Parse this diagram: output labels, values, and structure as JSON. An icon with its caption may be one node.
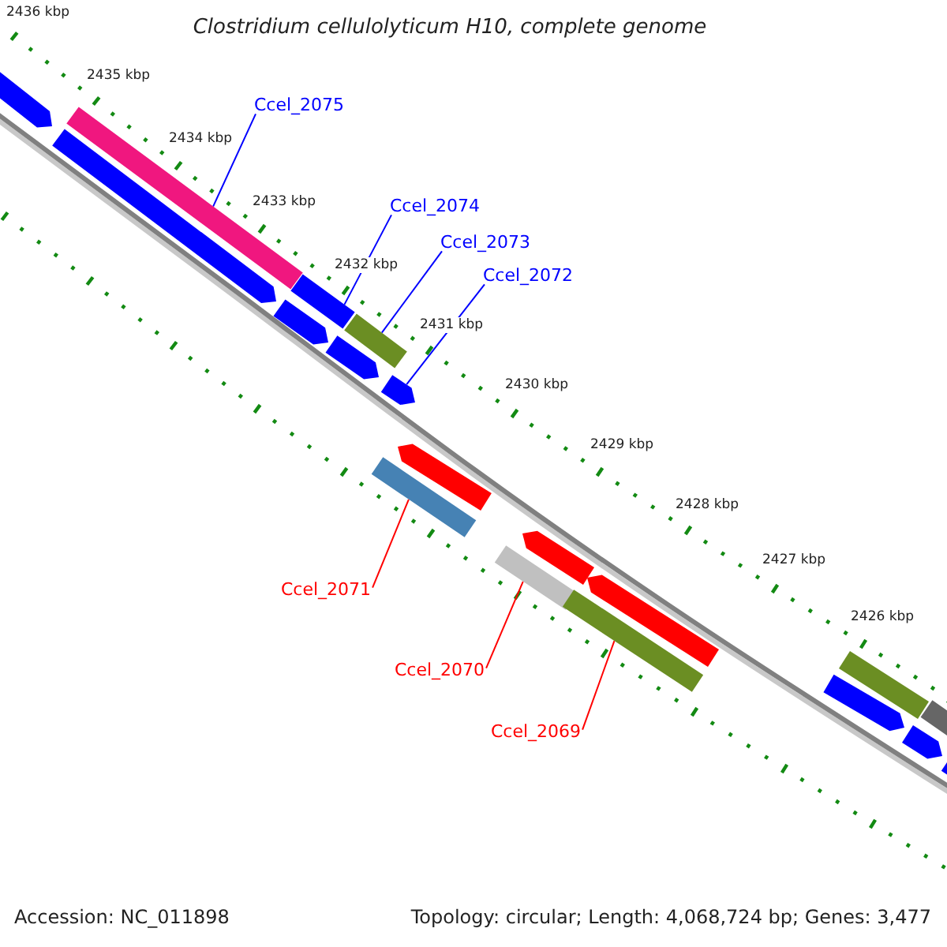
{
  "diagram": {
    "title": "Clostridium cellulolyticum H10, complete genome",
    "nodes": [
      {
        "text": [
          "Ccel_2075"
        ]
      },
      {
        "text": [
          "Ccel_2074"
        ]
      },
      {
        "text": [
          "Ccel_2073"
        ]
      },
      {
        "text": [
          "Ccel_2072"
        ]
      },
      {
        "text": [
          "Ccel_2071"
        ]
      },
      {
        "text": [
          "Ccel_2070"
        ]
      },
      {
        "text": [
          "Ccel_2069"
        ]
      },
      {
        "text": [],
        "shape": "bar"
      },
      {
        "text": [],
        "shape": "bar"
      },
      {
        "text": [],
        "shape": "bar"
      },
      {
        "text": [],
        "shape": "bar"
      },
      {
        "text": [],
        "shape": "bar"
      },
      {
        "text": [],
        "shape": "bar"
      },
      {
        "text": [],
        "shape": "bar"
      },
      {
        "text": [],
        "shape": "bar"
      },
      {
        "text": [],
        "shape": "bar"
      },
      {
        "text": [],
        "shape": "bar"
      },
      {
        "text": [],
        "shape": "bar"
      },
      {
        "text": [],
        "shape": "bar"
      },
      {
        "text": [],
        "shape": "bar"
      },
      {
        "text": [],
        "shape": "bar"
      },
      {
        "text": [],
        "shape": "bar"
      },
      {
        "text": [],
        "shape": "bar"
      },
      {
        "text": [],
        "shape": "bar"
      },
      {
        "text": [],
        "shape": "bar"
      },
      {
        "text": [],
        "shape": "bar"
      }
    ],
    "edges": [
      {
        "from": 0,
        "to": 9,
        "arrow": "none"
      },
      {
        "from": 1,
        "to": 10,
        "arrow": "none"
      },
      {
        "from": 2,
        "to": 12,
        "arrow": "none"
      },
      {
        "from": 3,
        "to": 14,
        "arrow": "none"
      },
      {
        "from": 4,
        "to": 15,
        "arrow": "none",
        "color": "#ff0000"
      },
      {
        "from": 5,
        "to": 17,
        "arrow": "none",
        "color": "#ff0000"
      },
      {
        "from": 6,
        "to": 19,
        "arrow": "none",
        "color": "#ff0000"
      }
    ],
    "labels": [
      "2436 kbp",
      "2435 kbp",
      "2434 kbp",
      "2433 kbp",
      "2432 kbp",
      "2431 kbp",
      "2430 kbp",
      "2429 kbp",
      "2428 kbp",
      "2427 kbp",
      "2426 kbp",
      "Accession: NC_011898",
      "Topology: circular; Length: 4,068,724 bp; Genes: 3,477"
    ]
  }
}
